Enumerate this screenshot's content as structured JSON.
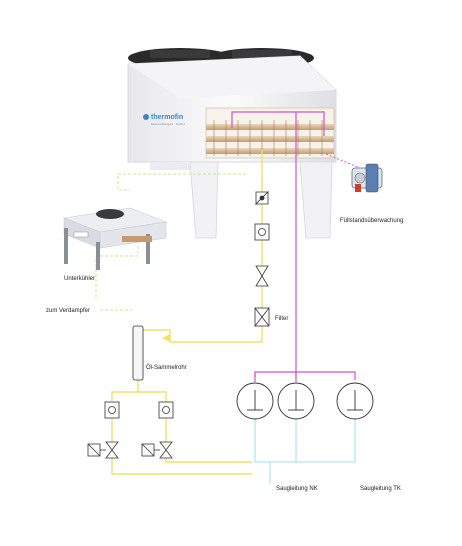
{
  "brand": {
    "name": "thermofin",
    "tagline": "heat exchangers · GmbH"
  },
  "labels": {
    "unterkuehler": "Unterkühler",
    "verdampfer": "zum Verdampfer",
    "fuellstand": "Füllstandsüberwachung",
    "filter": "Filter",
    "oel_sammelrohr": "Öl-Sammelrohr",
    "saugleitung_nk": "Saugleitung NK",
    "saugleitung_tk": "Saugleitung TK"
  },
  "colors": {
    "liquid_line": "#f2e06a",
    "hot_gas_line": "#cc55cc",
    "suction_line": "#9ee0ea",
    "dashed_line": "#c8e890",
    "component_stroke": "#333333",
    "unit_body": "#f5f5f7",
    "coil": "#c89a6a"
  },
  "icons": {
    "compressor": "compressor-symbol",
    "valve": "valve-symbol",
    "sight_glass": "sight-glass-symbol",
    "filter": "filter-symbol",
    "solenoid": "solenoid-valve-symbol",
    "level_switch": "level-switch-icon"
  }
}
